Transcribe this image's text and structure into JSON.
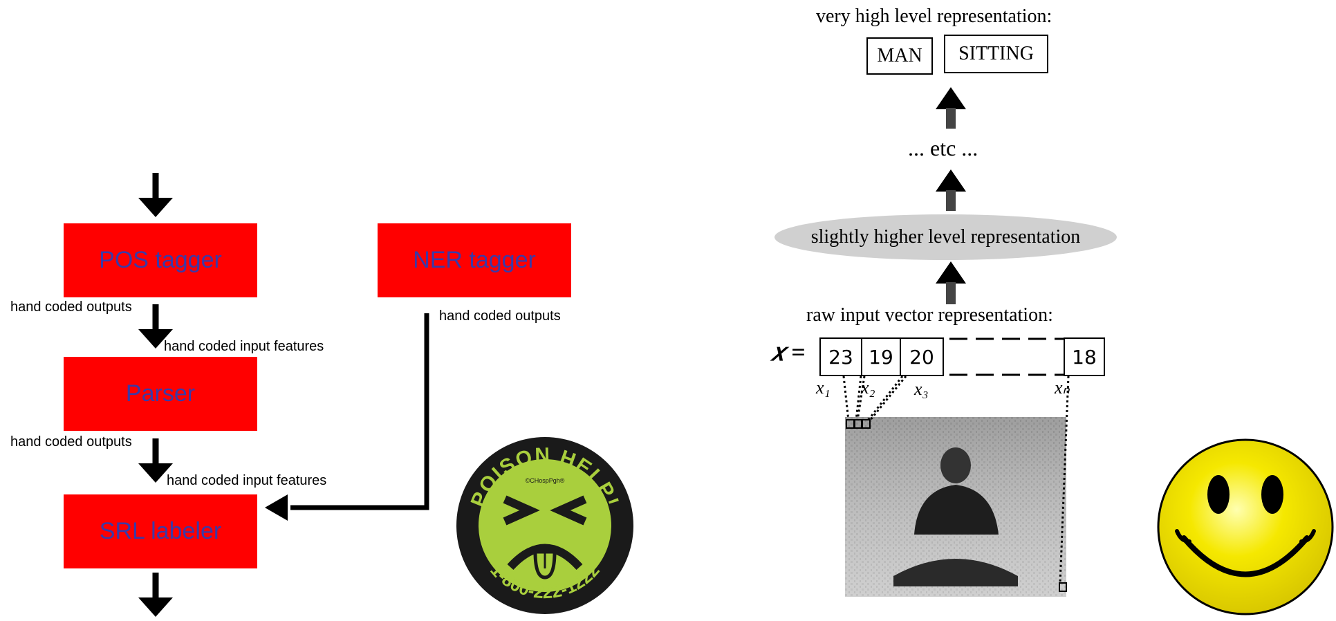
{
  "left_pipeline": {
    "pos_tagger": "POS tagger",
    "ner_tagger": "NER tagger",
    "parser": "Parser",
    "srl_labeler": "SRL labeler",
    "hand_coded_outputs": "hand coded outputs",
    "hand_coded_input_features": "hand coded input features"
  },
  "poison_logo": {
    "top_text": "POISON HELP!",
    "small_text": "©CHospPgh®",
    "phone": "1-800-222-1222",
    "colors": {
      "ring": "#1a1a1a",
      "face": "#a9cf3d"
    }
  },
  "right_diagram": {
    "top_label": "very high level representation:",
    "concepts": [
      "MAN",
      "SITTING"
    ],
    "etc": "... etc ...",
    "mid_label": "slightly higher level representation",
    "raw_label": "raw input vector representation:",
    "x_symbol": "𝑥 =",
    "vector": [
      "23",
      "19",
      "20",
      "18"
    ],
    "subscripts": [
      "x₁",
      "x₂",
      "x₃",
      "xₙ"
    ]
  },
  "smiley": {
    "face_color": "#f5e800"
  }
}
